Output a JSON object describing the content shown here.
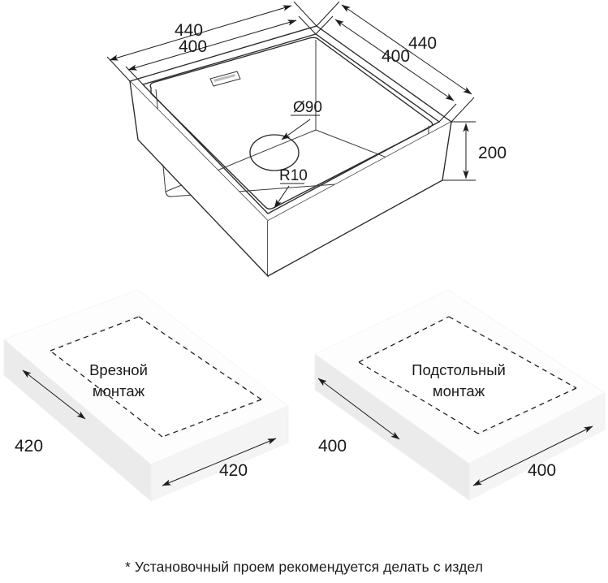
{
  "drawing": {
    "title": "Kitchen sink installation technical drawing",
    "units": "mm",
    "main_view": {
      "name": "sink-isometric-view",
      "dimensions": {
        "left_outer": "440",
        "left_inner": "400",
        "right_outer": "440",
        "right_inner": "400",
        "height": "200"
      },
      "features": {
        "drain_diameter": "Ø90",
        "corner_radius": "R10"
      },
      "brand_plate": "logo-plate"
    },
    "cutout_views": [
      {
        "name": "drop-in-mount",
        "label_line1": "Врезной",
        "label_line2": "монтаж",
        "dim_left": "420",
        "dim_right": "420"
      },
      {
        "name": "undermount",
        "label_line1": "Подстольный",
        "label_line2": "монтаж",
        "dim_left": "400",
        "dim_right": "400"
      }
    ],
    "footnote": "* Установочный проем рекомендуется делать с издел",
    "colors": {
      "line": "#1c1c1c",
      "outline": "#2a2a2a",
      "slab_top": "#fdfdfd",
      "slab_side": "#ebebeb",
      "background": "#ffffff"
    }
  }
}
